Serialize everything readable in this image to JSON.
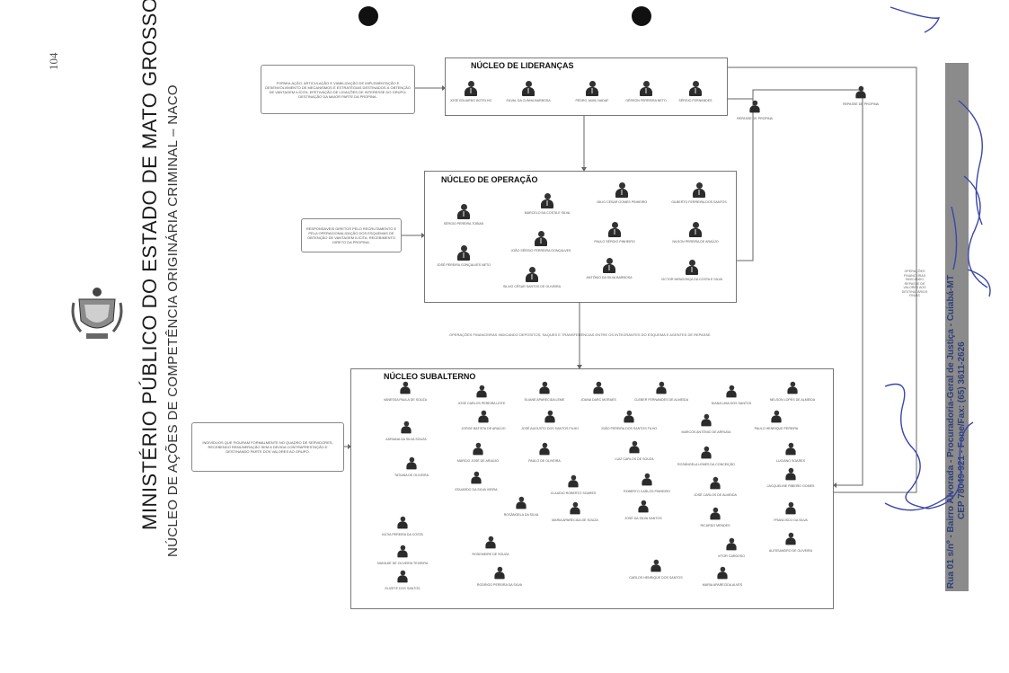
{
  "page_number": "104",
  "header": {
    "title": "MINISTÉRIO PÚBLICO DO ESTADO DE MATO GROSSO",
    "subtitle": "NÚCLEO DE AÇÕES DE COMPETÊNCIA ORIGINÁRIA CRIMINAL – NACO"
  },
  "sections": {
    "liderancas": "NÚCLEO DE LIDERANÇAS",
    "operacao": "NÚCLEO DE OPERAÇÃO",
    "subalterno": "NÚCLEO SUBALTERNO"
  },
  "notes": {
    "liderancas": "FORMULAÇÃO, ARTICULAÇÃO E VIABILIZAÇÃO DE IMPLEMENTAÇÃO E DESENVOLVIMENTO DE MECANISMOS E ESTRATÉGIAS DESTINADOS À OBTENÇÃO DE VANTAGEM ILÍCITA; EFETIVAÇÃO DE LIGAÇÕES DE INTERESSE DO GRUPO; DESTINAÇÃO DA MAIOR PARTE DA PROPINA.",
    "operacao": "RESPONSÁVEIS DIRETOS PELO RECRUTAMENTO E PELA OPERACIONALIZAÇÃO DOS ESQUEMAS DE OBTENÇÃO DE VANTAGEM ILÍCITA; RECEBIMENTO DIRETO DA PROPINA.",
    "subalterno": "INDIVÍDUOS QUE FIGURAM FORMALMENTE NO QUADRO DE SERVIDORES, RECEBENDO REMUNERAÇÃO SEM A DEVIDA CONTRAPRESTAÇÃO E DESTINANDO PARTE DOS VALORES AO GRUPO.",
    "flow_middle": "OPERAÇÕES FINANCEIRAS INDICANDO DEPÓSITOS, SAQUES E TRANSFERÊNCIAS ENTRE OS INTEGRANTES DO ESQUEMA E AGENTES DE REPASSE",
    "flow_right": "OPERAÇÕES FINANCEIRAS INDICANDO REPASSE DE VALORES AOS DESTINATÁRIOS FINAIS"
  },
  "repasse_labels": {
    "left": "REPASSE DE PROPINA",
    "right": "REPASSE DE PROPINA"
  },
  "people": {
    "liderancas": [
      "JOSÉ EDUARDO BOTELHO",
      "SILVAL DA CUNHA BARBOSA",
      "PEDRO JAMIL NADAF",
      "GÉRSON FERREIRA NETO",
      "SÉRGIO FERNANDES"
    ],
    "operacao": [
      "SÉRGIO PEREIRA TOBIAS",
      "MARCELO DA COSTA E SILVA",
      "JÚLIO CÉSAR GOMES PINHEIRO",
      "GILBERTO FERREIRA DOS SANTOS",
      "JOÃO SÉRGIO FERREIRA GONÇALVES",
      "PAULO SÉRGIO PINHEIRO",
      "NILSON PEREIRA DE ARAÚJO",
      "JOSÉ PEREIRA GONÇALVES NETO",
      "ANTÔNIO DA SILVA BARBOSA",
      "VICTOR MENDONÇA DA COSTA E SILVA",
      "SILVIO CÉSAR SANTOS DE OLIVEIRA"
    ],
    "subalterno": [
      "VANESSA PAULA DE SOUZA",
      "JOSÉ CARLOS PEREIRA LEITE",
      "ELIANE APARECIDA LEME",
      "JOANA DARC MORAES",
      "CLEBER FERNANDES DE ALMEIDA",
      "DIANA LIMA DOS SANTOS",
      "NELSON LOPES DE ALMEIDA",
      "ADRIANA DA SILVA SOUZA",
      "JORGE BATISTA DE ARAÚJO",
      "JOSÉ AUGUSTO DOS SANTOS FILHO",
      "JOÃO PEREIRA DOS SANTOS FILHO",
      "MARCOS ANTÔNIO DE ARRUDA",
      "PAULO HENRIQUE PEREIRA",
      "MÁRCIO JOSÉ DE ARAÚJO",
      "PAULO DE OLIVEIRA",
      "LUIZ CARLOS DE SOUZA",
      "ROSÂNGELA LEMES DA CONCEIÇÃO",
      "LUCIANO SOARES",
      "TATIANA DE OLIVEIRA",
      "EDUARDO DA SILVA VIEIRA",
      "CLAUDIO ROBERTO SOARES",
      "ROBERTO CARLOS PINHEIRO",
      "JOSÉ CARLOS DE ALMEIDA",
      "JACQUELINE RIBEIRO GOMES",
      "ROSÂNGELA DA SILVA",
      "MARIA APARECIDA DE SOUZA",
      "JOSÉ DA SILVA SANTOS",
      "RICARDO MENDES",
      "FRANCISCO DA SILVA",
      "KÁTIA PEREIRA DA COSTA",
      "ROSEMEIRE DE SOUZA",
      "VITOR CARDOSO",
      "ALESSANDRO DE OLIVEIRA",
      "IVANILDE DE OLIVEIRA TEIXEIRA",
      "ELIZETE DOS SANTOS",
      "RODRIGO PEREIRA DA SILVA",
      "CARLOS HENRIQUE DOS SANTOS",
      "MARIA APARECIDA ALVES"
    ]
  },
  "sidebar": {
    "line1": "Rua 01 s/nº - Bairro Alvorada - Procuradoria-Geral de Justiça - Cuiabá-MT",
    "line2": "CEP 78049-921 - Fone/Fax: (65) 3611-2626"
  }
}
